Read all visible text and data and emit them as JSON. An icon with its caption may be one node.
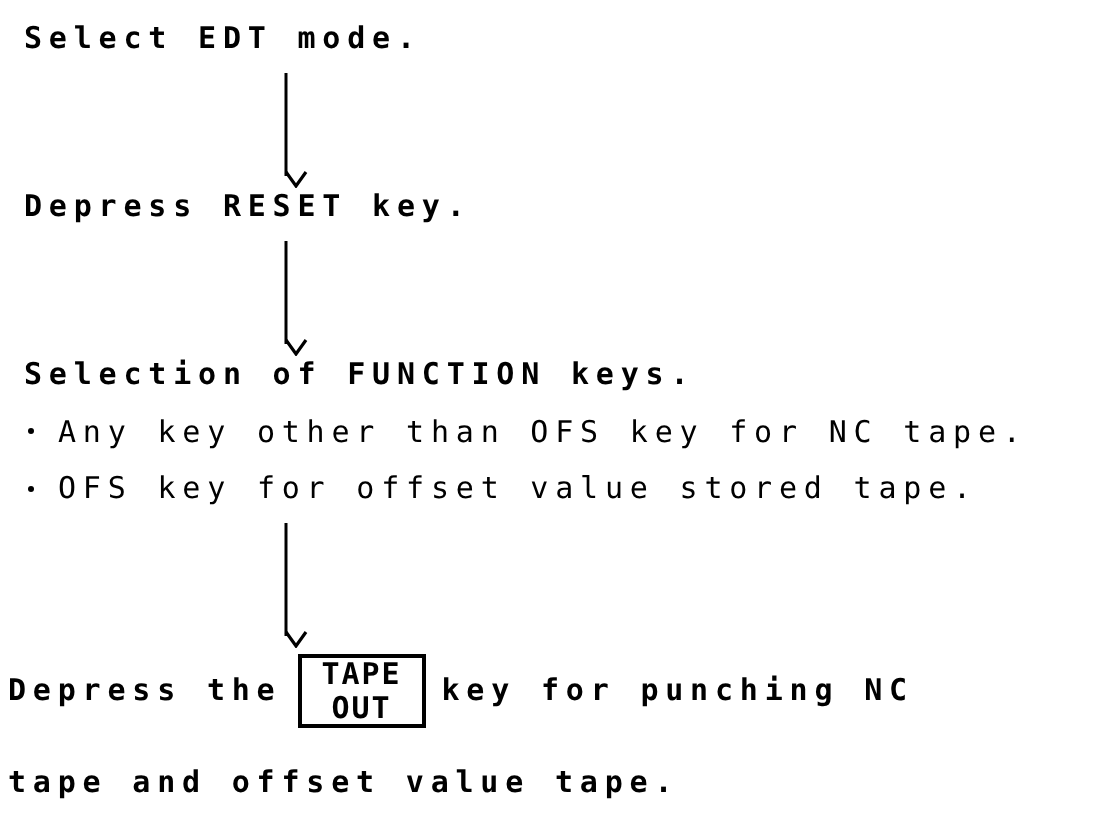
{
  "diagram": {
    "nodes": [
      {
        "text": [
          "Select EDT mode."
        ]
      },
      {
        "text": [
          "Depress RESET key."
        ]
      },
      {
        "text": [
          "Selection of FUNCTION keys.",
          "Any key other than OFS key for NC tape.",
          "OFS key for offset value stored tape."
        ]
      },
      {
        "text": [
          "Depress the",
          "key for punching NC tape and offset value tape."
        ]
      },
      {
        "text": [
          "TAPE OUT"
        ],
        "in": 3
      }
    ],
    "edges": [
      {
        "from": 0,
        "to": 1,
        "arrow": "to"
      },
      {
        "from": 1,
        "to": 2,
        "arrow": "to"
      },
      {
        "from": 2,
        "to": 3,
        "arrow": "to"
      }
    ]
  }
}
